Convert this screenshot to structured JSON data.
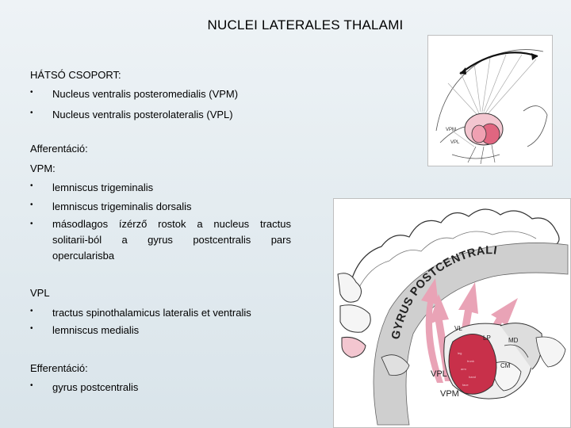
{
  "title": "NUCLEI LATERALES THALAMI",
  "section1": {
    "heading": "HÁTSÓ CSOPORT:",
    "items": [
      "Nucleus ventralis posteromedialis (VPM)",
      "Nucleus ventralis posterolateralis (VPL)"
    ]
  },
  "afferent": {
    "heading": "Afferentáció:",
    "vpm_label": "VPM:",
    "vpm_items": [
      "lemniscus trigeminalis",
      "lemniscus trigeminalis dorsalis"
    ],
    "vpm_para_lines": [
      "másodlagos ízérző rostok a nucleus tractus",
      "solitarii-ból a gyrus postcentralis pars",
      "opercularisba"
    ],
    "vpl_label": "VPL",
    "vpl_items": [
      "tractus spinothalamicus lateralis et ventralis",
      "lemniscus medialis"
    ]
  },
  "efferent": {
    "heading": "Efferentáció:",
    "items": [
      "gyrus postcentralis"
    ]
  },
  "bullet_char": "•",
  "figure1": {
    "labels": [
      "VPM",
      "VPL"
    ]
  },
  "figure2": {
    "arc_label": "GYRUS POSTCENTRALIS",
    "labels": {
      "vl": "VL",
      "lp": "LP",
      "md": "MD",
      "cm": "CM",
      "vpl": "VPL",
      "vpm": "VPM"
    }
  },
  "colors": {
    "nucleus_red": "#c8304a",
    "pink_arrows": "#e9a3b6",
    "outline": "#333333"
  }
}
